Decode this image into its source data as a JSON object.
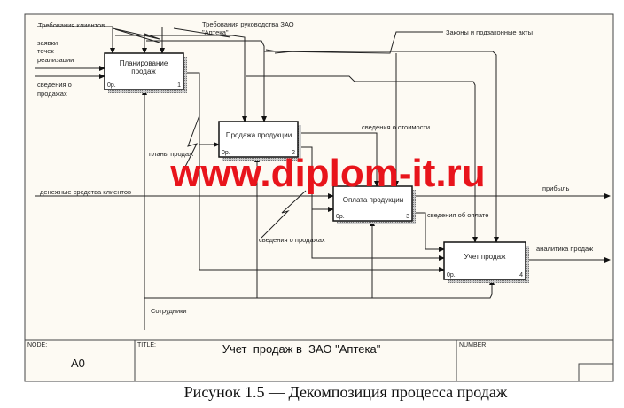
{
  "diagram": {
    "boxes": [
      {
        "title_lines": [
          "Планирование",
          "продаж"
        ],
        "cost": "0р.",
        "number": "1"
      },
      {
        "title_lines": [
          "Продажа продукции"
        ],
        "cost": "0р.",
        "number": "2"
      },
      {
        "title_lines": [
          "Оплата продукции"
        ],
        "cost": "0р.",
        "number": "3"
      },
      {
        "title_lines": [
          "Учет продаж"
        ],
        "cost": "0р.",
        "number": "4"
      }
    ],
    "arrows": {
      "client_requirements": "Требования клиентов",
      "management_requirements": [
        "Требования руководства ЗАО",
        "\"Аптека\""
      ],
      "laws": "Законы и подзаконные акты",
      "orders": [
        "заявки",
        "точек",
        "реализации"
      ],
      "sales_info_in": [
        "сведения о",
        "продажах"
      ],
      "sales_plans": "планы продаж",
      "cost_info": "сведения о стоимости",
      "client_money": "денежные средства клиентов",
      "profit": "прибыль",
      "payment_info": "сведения об оплате",
      "sales_info": "сведения о продажах",
      "sales_analytics": "аналитика продаж",
      "employees": "Сотрудники"
    }
  },
  "title_block": {
    "node_label": "NODE:",
    "node_value": "A0",
    "title_label": "TITLE:",
    "title_value": "Учет  продаж в  ЗАО \"Аптека\"",
    "number_label": "NUMBER:"
  },
  "watermark": "www.diplom-it.ru",
  "caption": "Рисунок 1.5 — Декомпозиция процесса продаж",
  "colors": {
    "background": "#fdfaf3",
    "watermark": "#e8141b"
  }
}
